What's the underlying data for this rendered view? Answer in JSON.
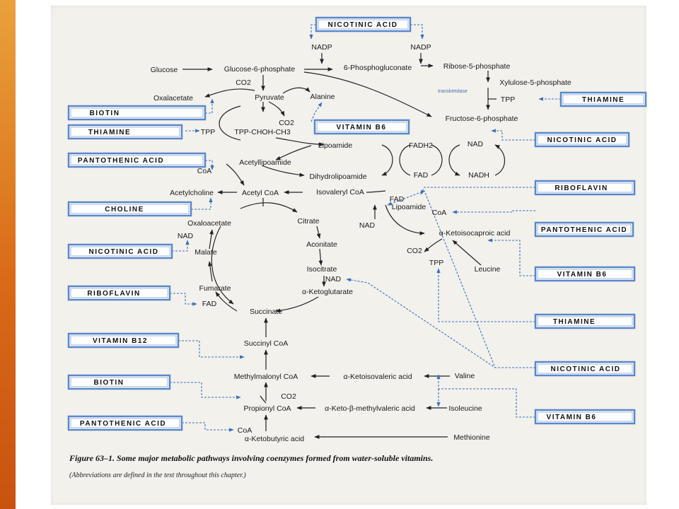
{
  "vitamin_boxes": [
    "NICOTINIC ACID",
    "THIAMINE",
    "BIOTIN",
    "THIAMINE",
    "VITAMIN B6",
    "NICOTINIC ACID",
    "PANTOTHENIC ACID",
    "RIBOFLAVIN",
    "CHOLINE",
    "PANTOTHENIC ACID",
    "NICOTINIC ACID",
    "VITAMIN B6",
    "RIBOFLAVIN",
    "THIAMINE",
    "VITAMIN B12",
    "NICOTINIC ACID",
    "BIOTIN",
    "VITAMIN B6",
    "PANTOTHENIC ACID"
  ],
  "metabolites": [
    "NADP",
    "NADP",
    "Glucose",
    "Glucose-6-phosphate",
    "6-Phosphogluconate",
    "Ribose-5-phosphate",
    "Xylulose-5-phosphate",
    "transketolase",
    "TPP",
    "CO2",
    "Oxalacetate",
    "Pyruvate",
    "Alanine",
    "Fructose-6-phosphate",
    "CO2",
    "TPP",
    "TPP-CHOH-CH3",
    "Lipoamide",
    "FADH2",
    "NAD",
    "Acetyllipoamide",
    "CoA",
    "Dihydrolipoamide",
    "FAD",
    "NADH",
    "Acetylcholine",
    "Acetyl CoA",
    "Isovaleryl CoA",
    "FAD",
    "Lipoamide",
    "CoA",
    "NAD",
    "Oxaloacetate",
    "Citrate",
    "NAD",
    "Malate",
    "Aconitate",
    "α-Ketoisocaproic acid",
    "CO2",
    "Isocitrate",
    "TPP",
    "Leucine",
    "NAD",
    "Fumarate",
    "α-Ketoglutarate",
    "FAD",
    "Succinate",
    "Succinyl CoA",
    "Methylmalonyl CoA",
    "α-Ketoisovaleric acid",
    "Valine",
    "CO2",
    "Propionyl CoA",
    "α-Keto-β-methylvaleric acid",
    "Isoleucine",
    "CoA",
    "α-Ketobutyric acid",
    "Methionine"
  ],
  "caption": {
    "main": "Figure 63–1. Some major metabolic pathways involving coenzymes formed from water-soluble vitamins.",
    "sub": "(Abbreviations are defined in the text throughout this chapter.)"
  }
}
